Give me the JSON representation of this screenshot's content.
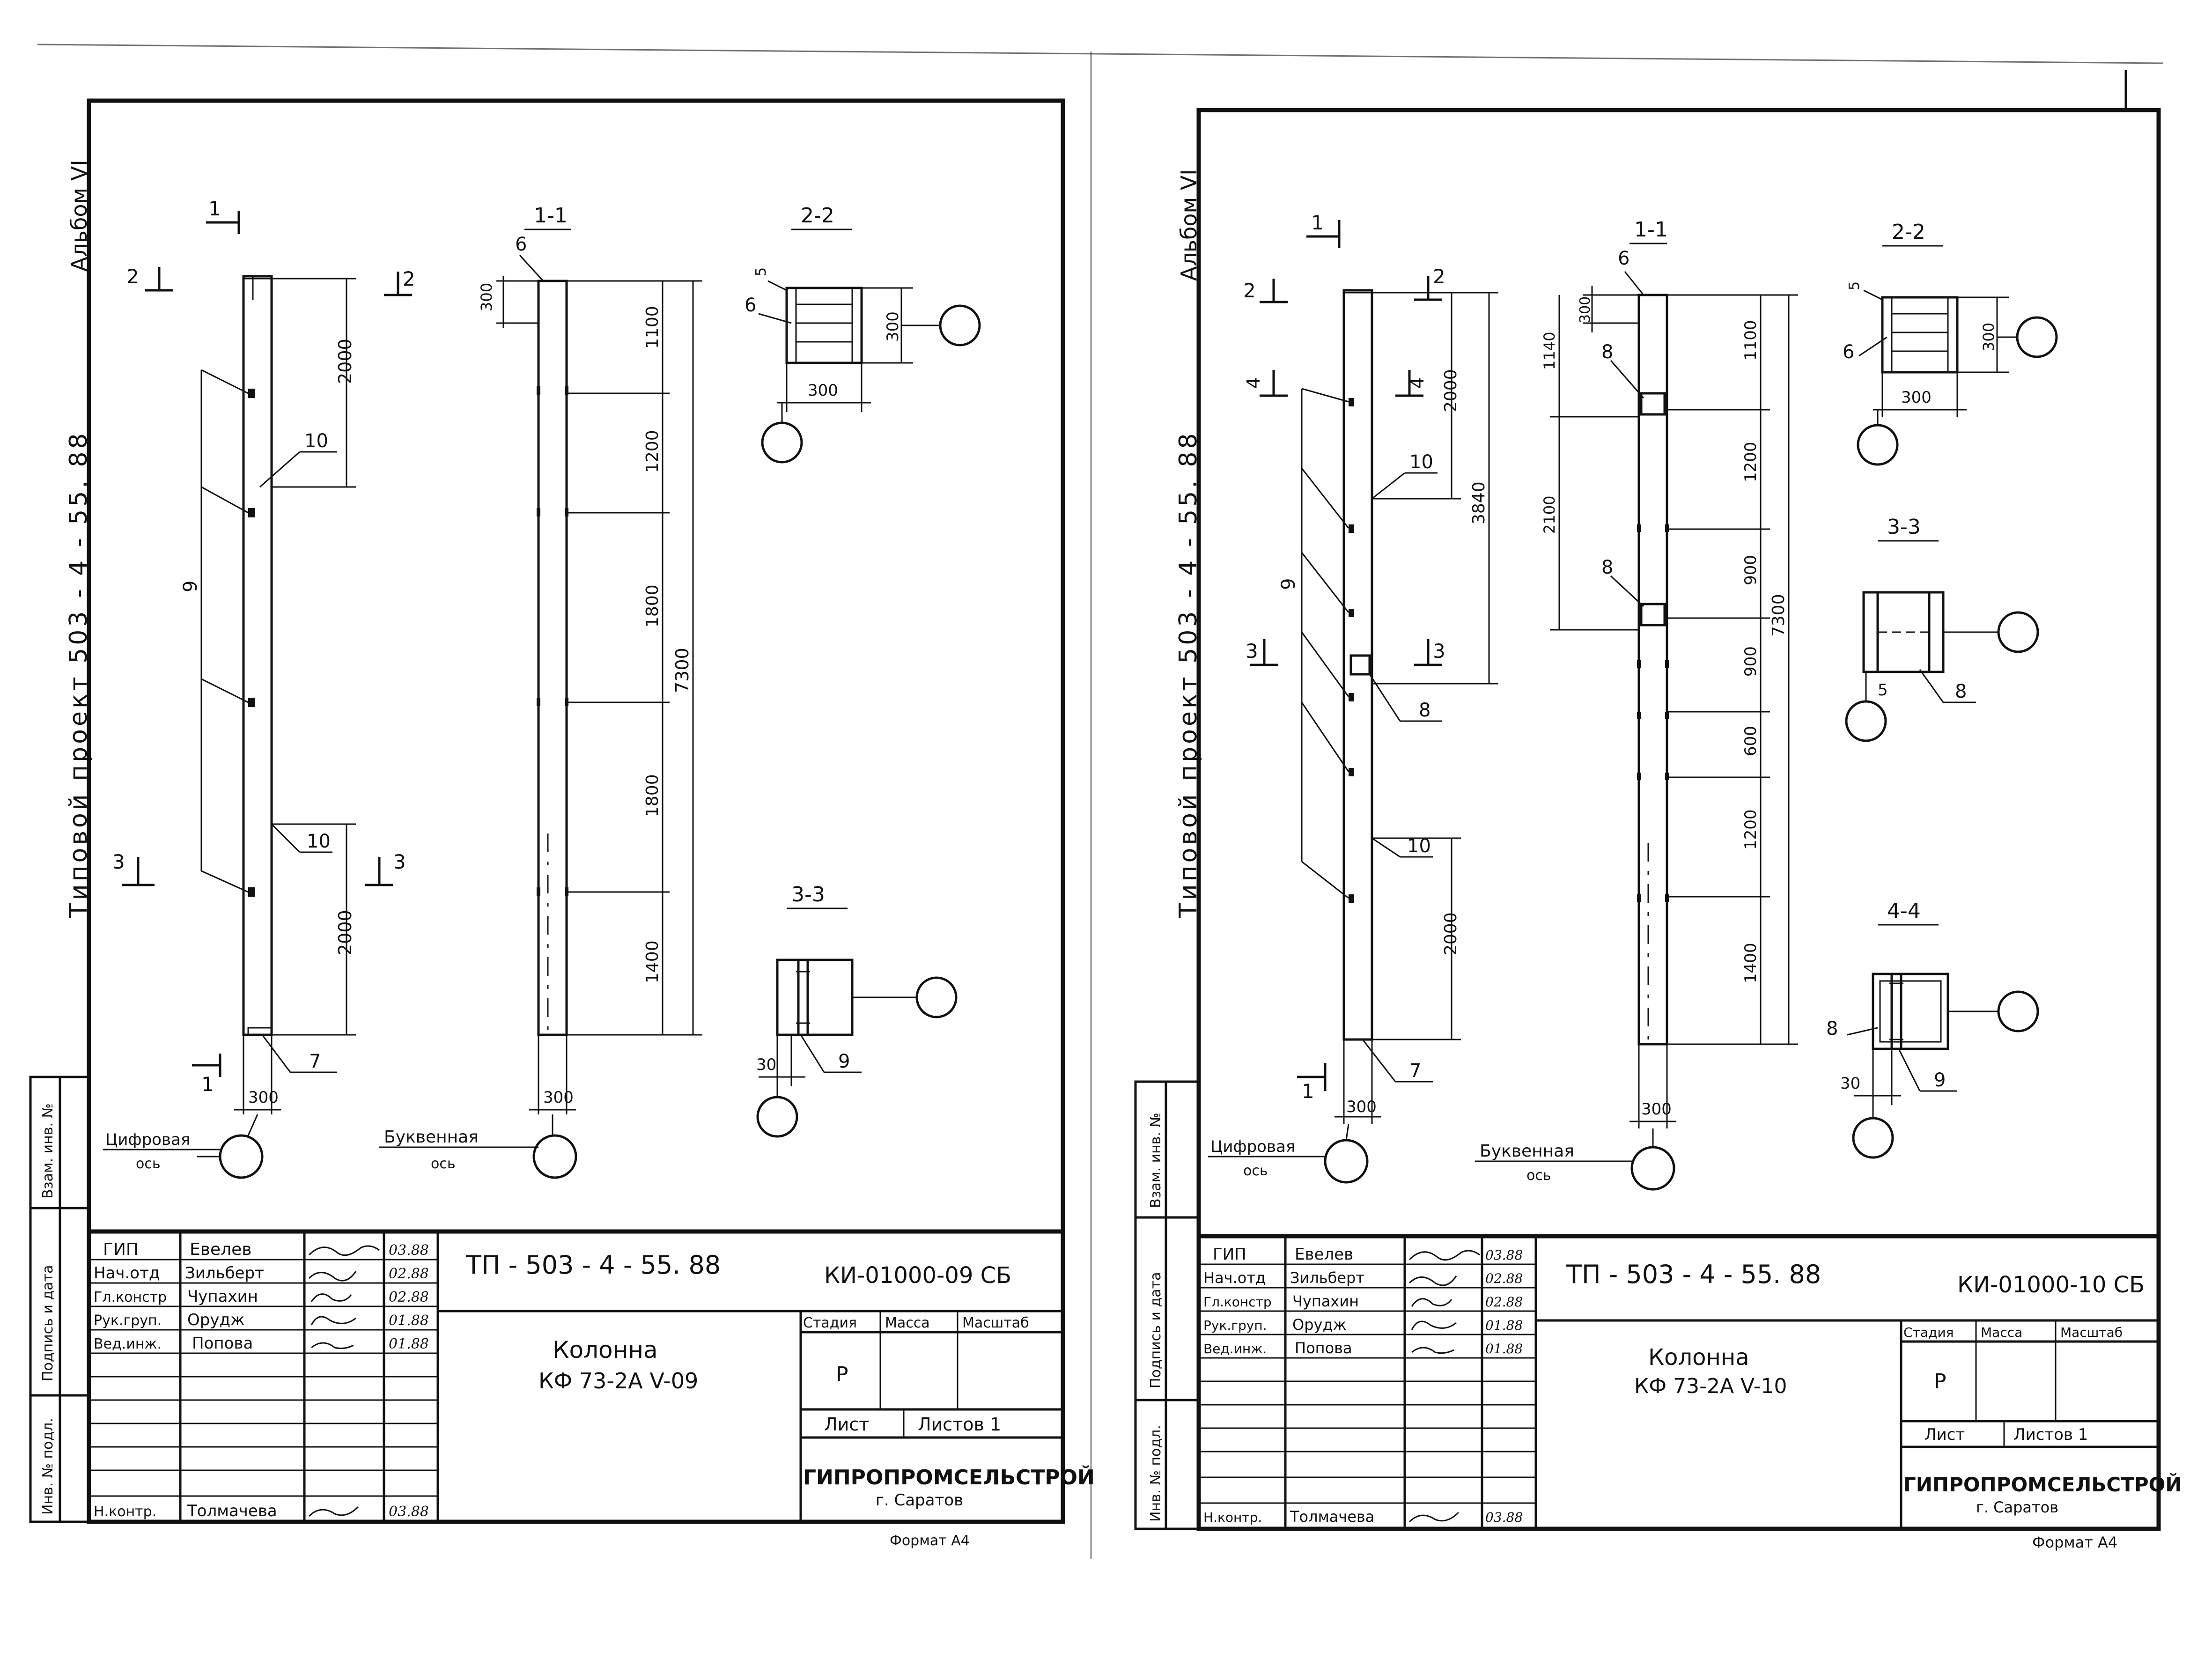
{
  "sheets": [
    {
      "side_album": "Альбом VI",
      "side_project": "Типовой проект 503 - 4 - 55. 88",
      "views": {
        "elevation": "",
        "sec11": "1-1",
        "sec22": "2-2",
        "sec33": "3-3",
        "sec44": ""
      },
      "cut_marks": [
        "1",
        "2",
        "2",
        "3",
        "3",
        "1"
      ],
      "dims_elev": [
        "2000",
        "2000",
        "300"
      ],
      "dims_11": [
        "1100",
        "1200",
        "1800",
        "1800",
        "1400",
        "7300",
        "300",
        "300"
      ],
      "dims_22": [
        "300",
        "300",
        "5"
      ],
      "dims_33": [
        "30"
      ],
      "extra_dims": [],
      "markers": [
        "6",
        "6",
        "9",
        "9",
        "10",
        "10",
        "7"
      ],
      "axis_labels": {
        "digital": "Цифровая",
        "letter": "Буквенная",
        "axis": "ось"
      },
      "title_block": {
        "roles": [
          "ГИП",
          "Нач.отд",
          "Гл.констр",
          "Рук.груп.",
          "Вед.инж."
        ],
        "names": [
          "Евелев",
          "Зильберт",
          "Чупахин",
          "Орудж",
          "Попова"
        ],
        "dates": [
          "03.88",
          "02.88",
          "02.88",
          "01.88",
          "01.88"
        ],
        "control_role": "Н.контр.",
        "control_name": "Толмачева",
        "control_date": "03.88",
        "project": "ТП - 503 - 4 - 55. 88",
        "code": "КИ-01000-09 СБ",
        "title1": "Колонна",
        "title2": "КФ 73-2А V-09",
        "stage_hdr": "Стадия",
        "mass_hdr": "Масса",
        "scale_hdr": "Масштаб",
        "stage": "Р",
        "list_hdr": "Лист",
        "lists_hdr": "Листов 1",
        "org": "ГИПРОПРОМСЕЛЬСТРОЙ",
        "city": "г. Саратов"
      },
      "left_strip": [
        "Взам. инв. №",
        "Подпись и дата",
        "Инв. № подл."
      ],
      "format": "Формат А4"
    },
    {
      "side_album": "Альбом VI",
      "side_project": "Типовой проект 503 - 4 - 55. 88",
      "views": {
        "elevation": "",
        "sec11": "1-1",
        "sec22": "2-2",
        "sec33": "3-3",
        "sec44": "4-4"
      },
      "cut_marks": [
        "1",
        "2",
        "2",
        "4",
        "4",
        "3",
        "3",
        "1"
      ],
      "dims_elev": [
        "2000",
        "2000",
        "300",
        "3840"
      ],
      "dims_11": [
        "1100",
        "1200",
        "900",
        "900",
        "600",
        "1200",
        "1400",
        "7300",
        "300",
        "300"
      ],
      "dims_22": [
        "300",
        "300",
        "5"
      ],
      "dims_33": [
        "5",
        "30"
      ],
      "extra_dims": [
        "1140",
        "2100"
      ],
      "markers": [
        "6",
        "6",
        "8",
        "8",
        "8",
        "8",
        "9",
        "10",
        "10",
        "7"
      ],
      "axis_labels": {
        "digital": "Цифровая",
        "letter": "Буквенная",
        "axis": "ось"
      },
      "title_block": {
        "roles": [
          "ГИП",
          "Нач.отд",
          "Гл.констр",
          "Рук.груп.",
          "Вед.инж."
        ],
        "names": [
          "Евелев",
          "Зильберт",
          "Чупахин",
          "Орудж",
          "Попова"
        ],
        "dates": [
          "03.88",
          "02.88",
          "02.88",
          "01.88",
          "01.88"
        ],
        "control_role": "Н.контр.",
        "control_name": "Толмачева",
        "control_date": "03.88",
        "project": "ТП - 503 - 4 - 55. 88",
        "code": "КИ-01000-10 СБ",
        "title1": "Колонна",
        "title2": "КФ 73-2А V-10",
        "stage_hdr": "Стадия",
        "mass_hdr": "Масса",
        "scale_hdr": "Масштаб",
        "stage": "Р",
        "list_hdr": "Лист",
        "lists_hdr": "Листов 1",
        "org": "ГИПРОПРОМСЕЛЬСТРОЙ",
        "city": "г. Саратов"
      },
      "left_strip": [
        "Взам. инв. №",
        "Подпись и дата",
        "Инв. № подл."
      ],
      "format": "Формат А4"
    }
  ]
}
